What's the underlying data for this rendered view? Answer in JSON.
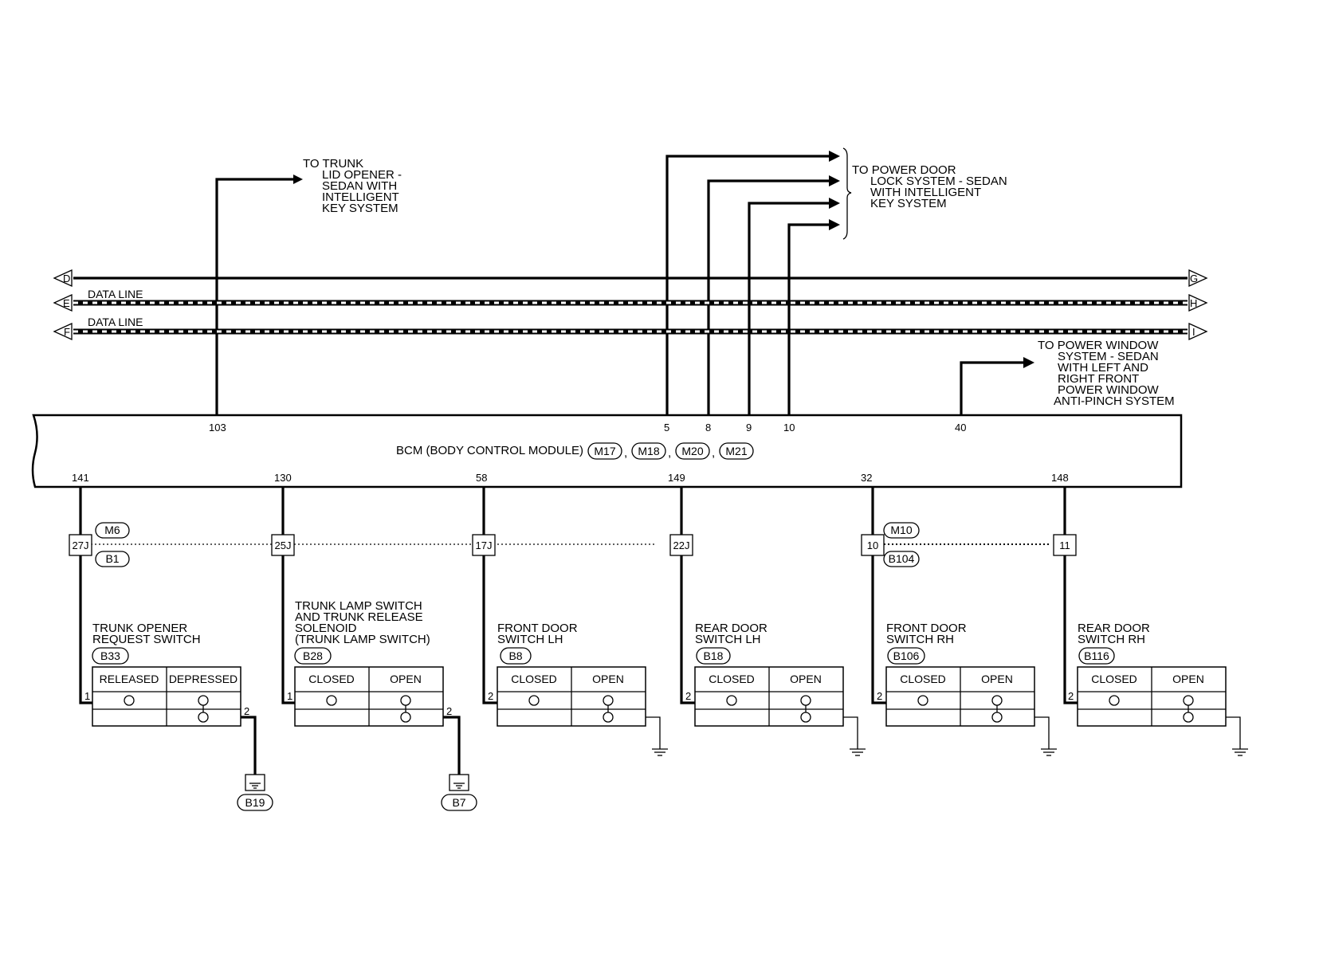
{
  "labels": {
    "trunk_lid": [
      "TO TRUNK",
      "LID OPENER -",
      "SEDAN WITH",
      "INTELLIGENT",
      "KEY SYSTEM"
    ],
    "power_door": [
      "TO POWER DOOR",
      "LOCK SYSTEM - SEDAN",
      "WITH INTELLIGENT",
      "KEY SYSTEM"
    ],
    "power_window": [
      "TO POWER WINDOW",
      "SYSTEM - SEDAN",
      "WITH LEFT AND",
      "RIGHT FRONT",
      "POWER WINDOW",
      "ANTI-PINCH SYSTEM"
    ],
    "data_line": "DATA LINE",
    "bcm": "BCM (BODY CONTROL MODULE)",
    "sep": ","
  },
  "connectors": {
    "d": "D",
    "e": "E",
    "f": "F",
    "g": "G",
    "h": "H",
    "i": "I"
  },
  "bcm_connectors": [
    "M17",
    "M18",
    "M20",
    "M21"
  ],
  "bcm_top_pins": [
    "103",
    "5",
    "8",
    "9",
    "10",
    "40"
  ],
  "bcm_bottom_pins": [
    "141",
    "130",
    "58",
    "149",
    "32",
    "148"
  ],
  "joints": [
    "27J",
    "25J",
    "17J",
    "22J",
    "10",
    "11"
  ],
  "joint_connectors": [
    "M6",
    "B1",
    "M10",
    "B104"
  ],
  "switches": [
    {
      "name": [
        "TRUNK OPENER",
        "REQUEST SWITCH"
      ],
      "connector": "B33",
      "col1": "RELEASED",
      "col2": "DEPRESSED",
      "pin1": "1",
      "pin2": "2",
      "ground": "B19"
    },
    {
      "name": [
        "TRUNK LAMP SWITCH",
        "AND TRUNK RELEASE",
        "SOLENOID",
        "(TRUNK LAMP SWITCH)"
      ],
      "connector": "B28",
      "col1": "CLOSED",
      "col2": "OPEN",
      "pin1": "1",
      "pin2": "2",
      "ground": "B7"
    },
    {
      "name": [
        "FRONT DOOR",
        "SWITCH LH"
      ],
      "connector": "B8",
      "col1": "CLOSED",
      "col2": "OPEN",
      "pin1": "2"
    },
    {
      "name": [
        "REAR DOOR",
        "SWITCH LH"
      ],
      "connector": "B18",
      "col1": "CLOSED",
      "col2": "OPEN",
      "pin1": "2"
    },
    {
      "name": [
        "FRONT DOOR",
        "SWITCH RH"
      ],
      "connector": "B106",
      "col1": "CLOSED",
      "col2": "OPEN",
      "pin1": "2"
    },
    {
      "name": [
        "REAR DOOR",
        "SWITCH RH"
      ],
      "connector": "B116",
      "col1": "CLOSED",
      "col2": "OPEN",
      "pin1": "2"
    }
  ]
}
